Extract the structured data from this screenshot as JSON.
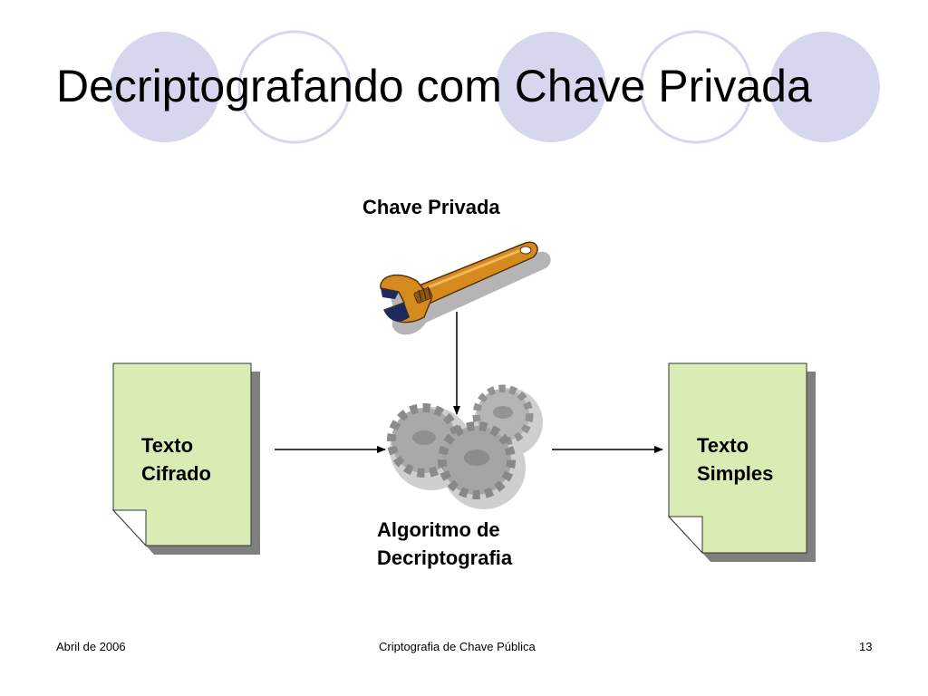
{
  "slide": {
    "title": "Decriptografando com Chave Privada"
  },
  "diagram": {
    "key_label": "Chave Privada",
    "algorithm_label_line1": "Algoritmo de",
    "algorithm_label_line2": "Decriptografia",
    "input_doc_line1": "Texto",
    "input_doc_line2": "Cifrado",
    "output_doc_line1": "Texto",
    "output_doc_line2": "Simples",
    "icons": [
      "wrench-icon",
      "gears-icon",
      "document-icon"
    ]
  },
  "footer": {
    "date": "Abril de 2006",
    "center": "Criptografia de Chave Pública",
    "page": "13"
  },
  "colors": {
    "circle_fill": "#d4d4ee",
    "circle_stroke": "#d4d4ee",
    "document_fill": "#d9ecb4",
    "document_shadow": "#7f7f7f",
    "wrench_orange": "#d58a1e",
    "wrench_navy": "#1f2a5c",
    "gear_gray": "#a7a7a7"
  }
}
